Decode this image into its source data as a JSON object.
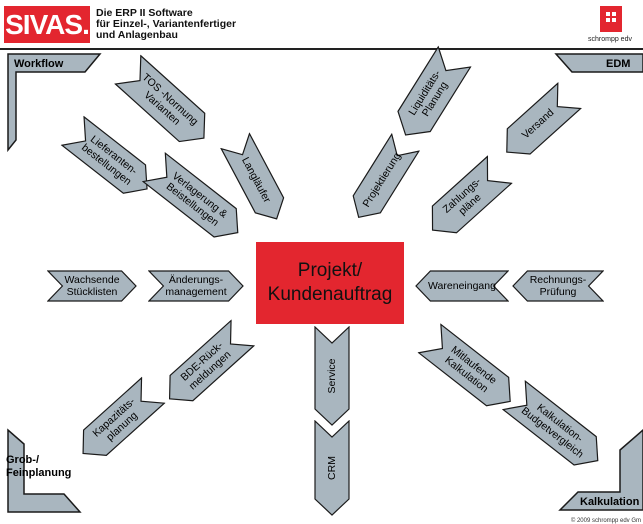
{
  "header": {
    "logo": "SIVAS.",
    "tagline": [
      "Die ERP II Software",
      "für Einzel-, Variantenfertiger",
      "und Anlagenbau"
    ],
    "brand": "schrompp edv"
  },
  "corners": {
    "top_left": "Workflow",
    "top_right": "EDM",
    "bottom_left": [
      "Grob-/",
      "Feinplanung"
    ],
    "bottom_right": "Kalkulation"
  },
  "center": [
    "Projekt/",
    "Kundenauftrag"
  ],
  "arrows": [
    {
      "id": "tos-normung",
      "lines": [
        "TOS -Normung",
        "Varianten"
      ]
    },
    {
      "id": "langlaeufer",
      "lines": [
        "Langläufer"
      ]
    },
    {
      "id": "lieferanten",
      "lines": [
        "Lieferanten-",
        "bestellungen"
      ]
    },
    {
      "id": "verlagerung",
      "lines": [
        "Verlagerung &",
        "Beistellungen"
      ]
    },
    {
      "id": "liquiditaet",
      "lines": [
        "Liquiditäts-",
        "Planung"
      ]
    },
    {
      "id": "projektierung",
      "lines": [
        "Projektierung"
      ]
    },
    {
      "id": "versand",
      "lines": [
        "Versand"
      ]
    },
    {
      "id": "zahlungsplaene",
      "lines": [
        "Zahlungs-",
        "pläne"
      ]
    },
    {
      "id": "wachsende",
      "lines": [
        "Wachsende",
        "Stücklisten"
      ]
    },
    {
      "id": "aenderungs",
      "lines": [
        "Änderungs-",
        "management"
      ]
    },
    {
      "id": "wareneingang",
      "lines": [
        "Wareneingang"
      ]
    },
    {
      "id": "rechnungs",
      "lines": [
        "Rechnungs-",
        "Prüfung"
      ]
    },
    {
      "id": "bde",
      "lines": [
        "BDE-Rück-",
        "meldungen"
      ]
    },
    {
      "id": "kapazitaet",
      "lines": [
        "Kapazitäts-",
        "planung"
      ]
    },
    {
      "id": "service",
      "lines": [
        "Service"
      ]
    },
    {
      "id": "crm",
      "lines": [
        "CRM"
      ]
    },
    {
      "id": "mitlaufende",
      "lines": [
        "Mitlaufende",
        "Kalkulation"
      ]
    },
    {
      "id": "budget",
      "lines": [
        "Kalkulation-",
        "Budgetvergleich"
      ]
    }
  ],
  "copyright": "© 2009 schrompp edv Gm",
  "colors": {
    "accent": "#e3262f",
    "arrow_fill": "#a9b6bf",
    "arrow_stroke": "#1a1a1a"
  }
}
